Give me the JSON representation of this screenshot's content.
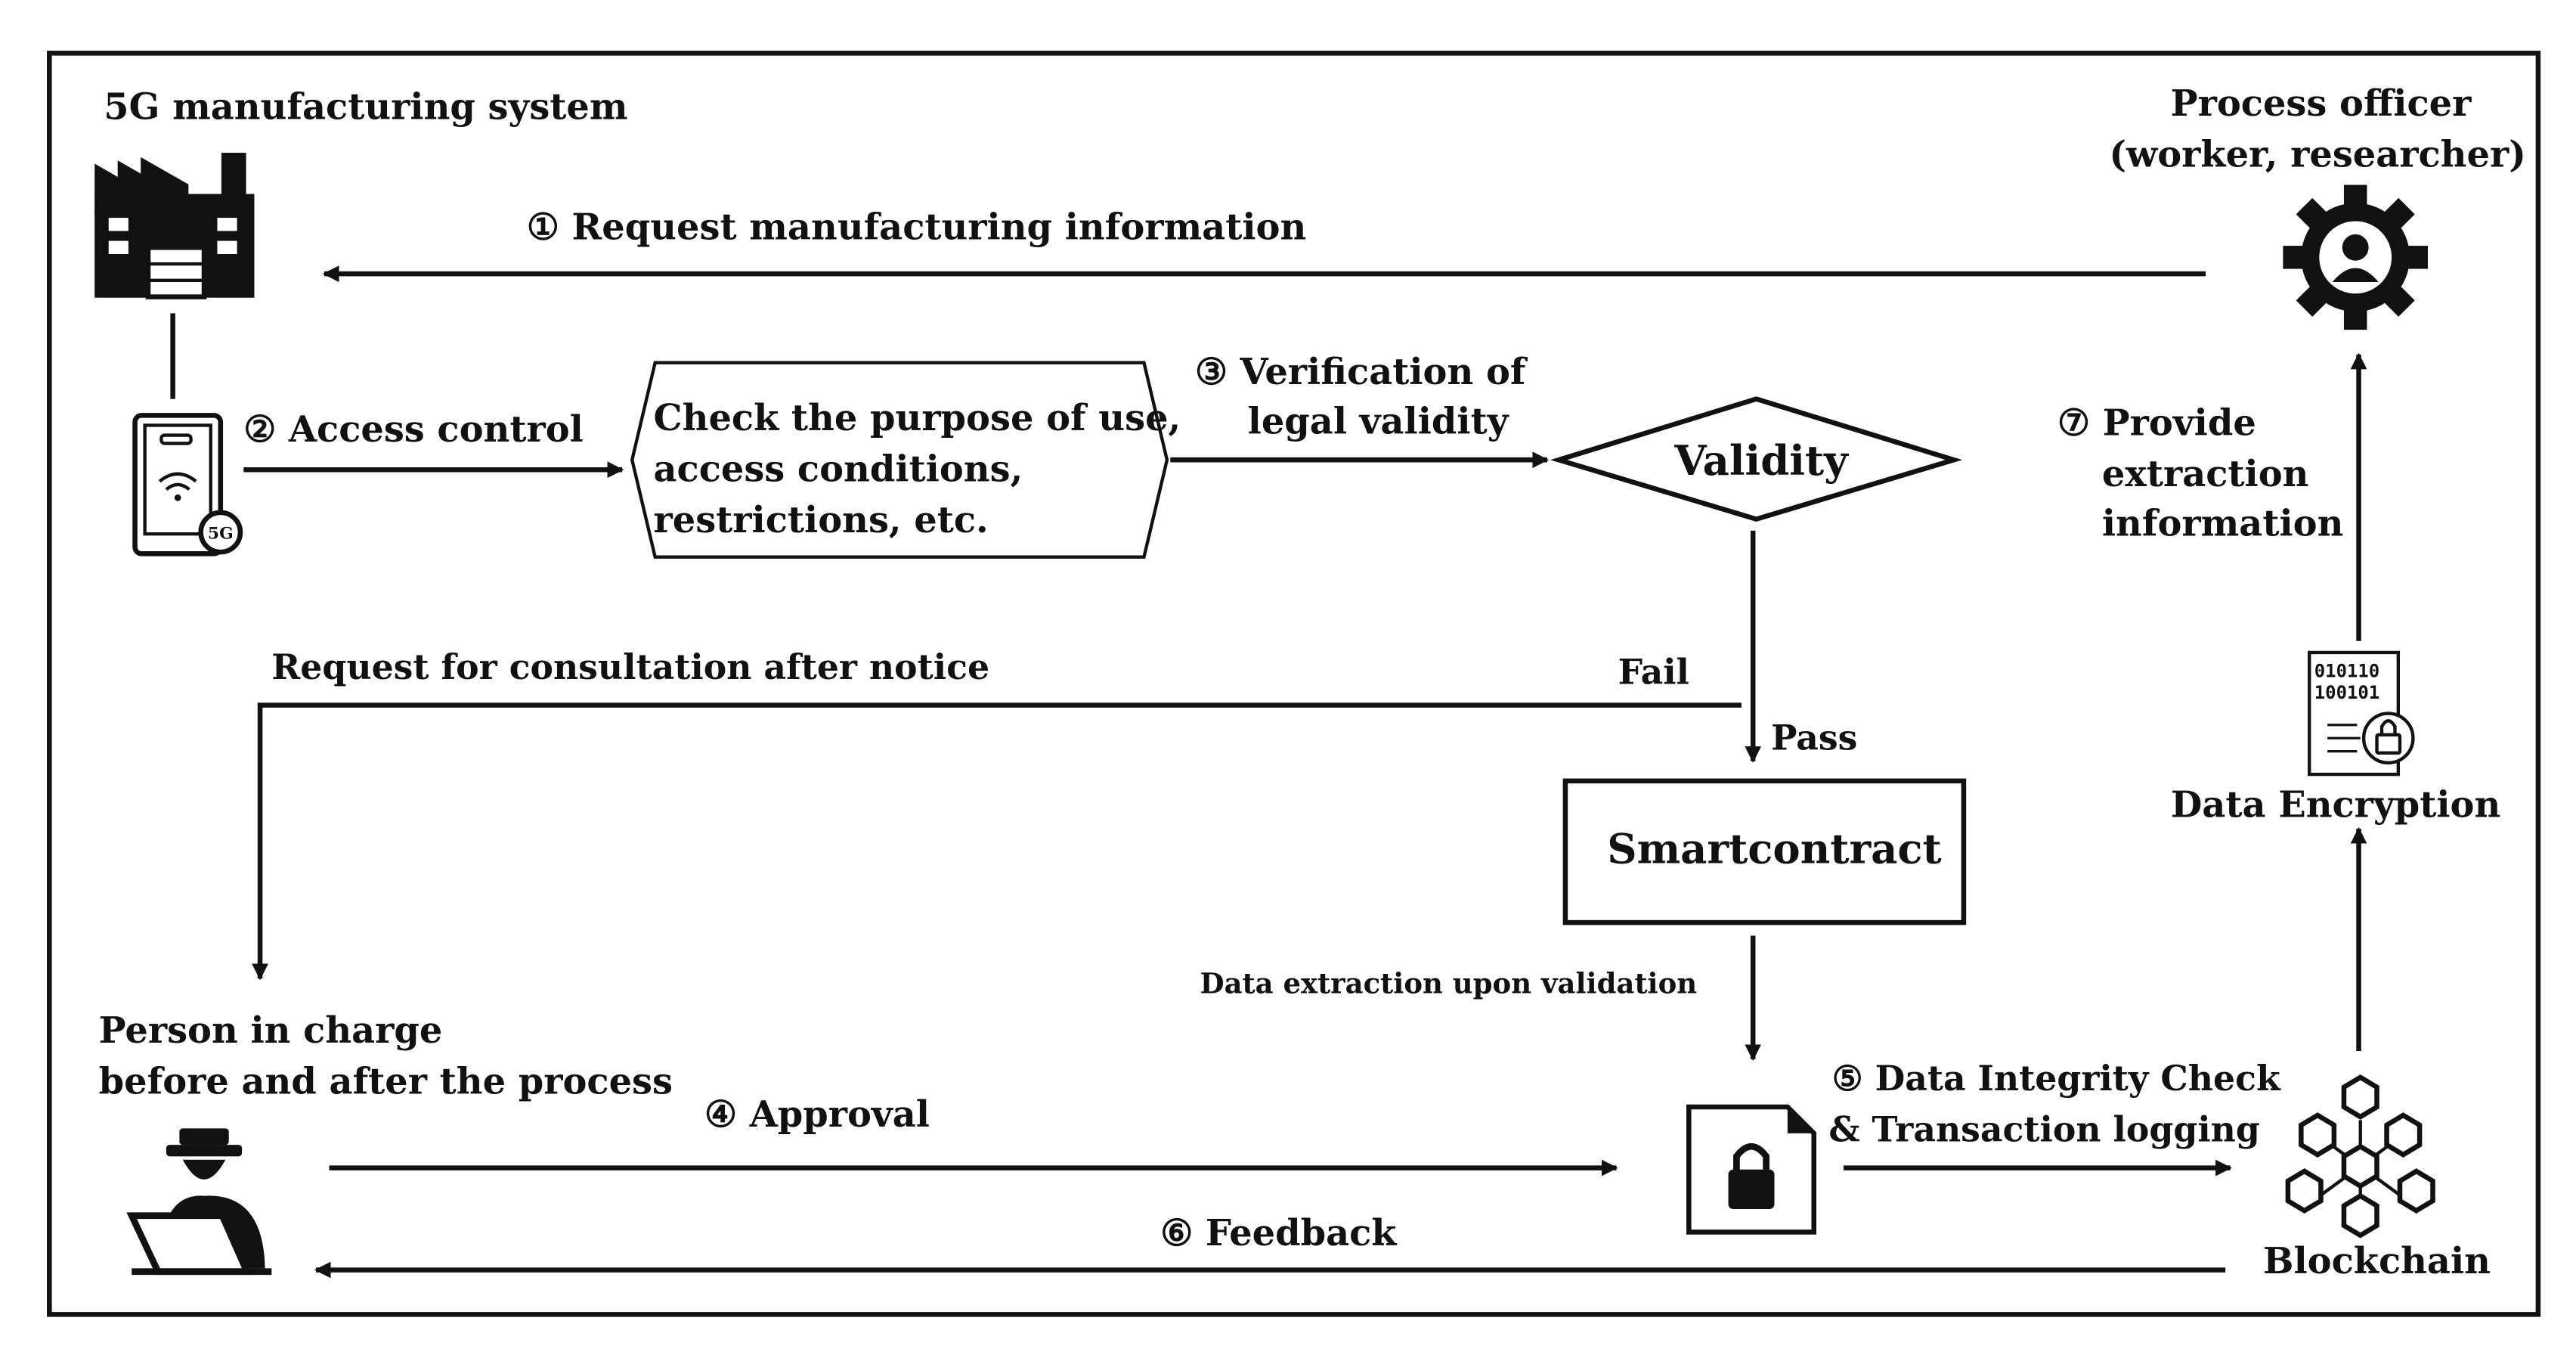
{
  "colors": {
    "ink": "#111111",
    "background": "#ffffff"
  },
  "actors": {
    "manufacturing_system": "5G manufacturing system",
    "process_officer_line1": "Process officer",
    "process_officer_line2": "(worker, researcher)",
    "person_line1": "Person in charge",
    "person_line2": "before and after the process",
    "data_encryption": "Data Encryption",
    "blockchain": "Blockchain",
    "phone_badge": "5G",
    "binary_line1": "010110",
    "binary_line2": "100101"
  },
  "steps": {
    "s1": "① Request manufacturing information",
    "s2": "② Access control",
    "s3_line1": "③ Verification of",
    "s3_line2": "legal validity",
    "s4": "④ Approval",
    "s5_line1": "⑤ Data Integrity Check",
    "s5_line2": "& Transaction logging",
    "s6": "⑥ Feedback",
    "s7_line1": "⑦ Provide",
    "s7_line2": "extraction",
    "s7_line3": "information"
  },
  "check_box": {
    "line1": "Check the purpose of use,",
    "line2": "access conditions,",
    "line3": "restrictions, etc."
  },
  "decision": {
    "label": "Validity",
    "fail": "Fail",
    "pass": "Pass",
    "fail_path": "Request for consultation after notice"
  },
  "smartcontract": {
    "label": "Smartcontract",
    "extraction_note": "Data extraction upon validation"
  }
}
